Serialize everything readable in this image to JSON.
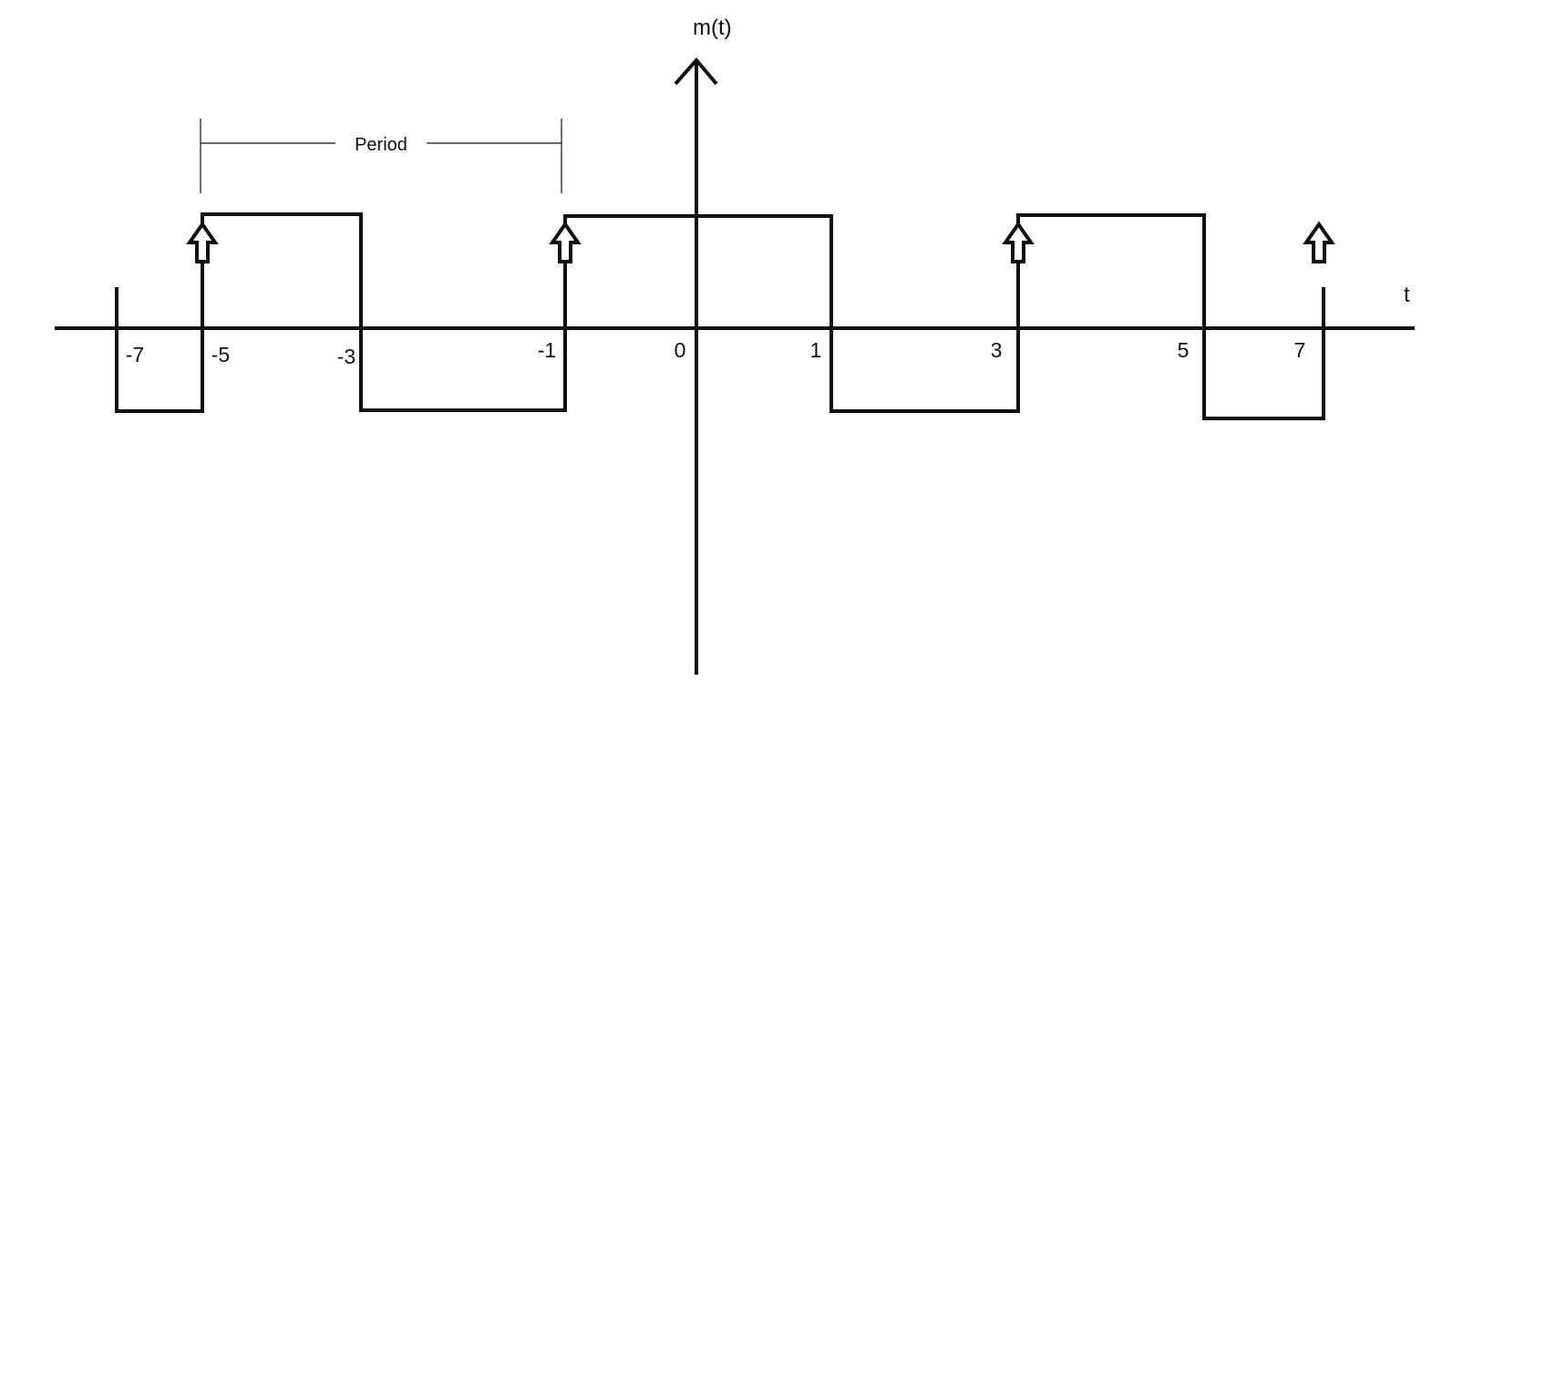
{
  "y_axis_label": "m(t)",
  "x_axis_label": "t",
  "period_label": "Period",
  "tick_labels": [
    "-7",
    "-5",
    "-3",
    "-1",
    "0",
    "1",
    "3",
    "5",
    "7"
  ],
  "waveform": {
    "type": "square-wave",
    "t_start": -7,
    "t_end": 7,
    "high_intervals": [
      [
        -5,
        -3
      ],
      [
        -1,
        1
      ],
      [
        3,
        5
      ]
    ],
    "low_intervals": [
      [
        -7,
        -5
      ],
      [
        -3,
        -1
      ],
      [
        1,
        3
      ],
      [
        5,
        7
      ]
    ]
  },
  "arrow_markers_t": [
    -5,
    -1,
    3,
    7
  ],
  "period_bracket": {
    "from_t": -5,
    "to_t": -1
  },
  "line_color": "#111111"
}
